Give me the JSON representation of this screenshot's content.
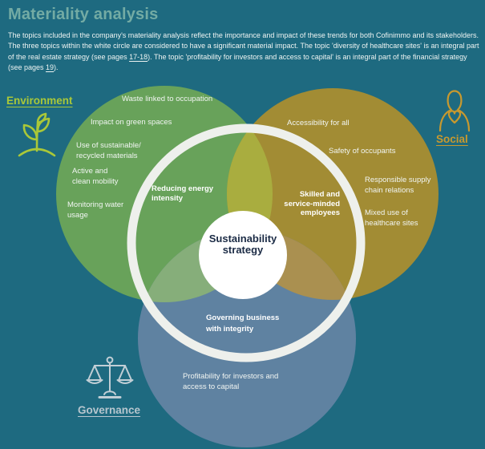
{
  "header": {
    "title": "Materiality analysis",
    "intro": {
      "part1": "The topics included in the company's materiality analysis reflect the importance and impact of these trends for both Cofinimmo and its stakeholders. The three topics within the white circle are considered to have a significant material impact. The topic 'diversity of healthcare sites' is an integral part of the real estate strategy (see pages ",
      "link1": "17-18",
      "part2": "). The topic 'profitability for investors and access to capital' is an integral part of the financial strategy (see pages ",
      "link2": "19",
      "part3": ")."
    }
  },
  "sections": {
    "environment": {
      "label": "Environment",
      "icon": "plant-sprout-icon",
      "accent": "#aac838",
      "items": [
        "Waste linked to occupation",
        "Impact on green spaces",
        "Use of sustainable/\nrecycled materials",
        "Active and\nclean mobility",
        "Monitoring water\nusage"
      ],
      "material_topic": "Reducing energy\nintensity"
    },
    "social": {
      "label": "Social",
      "icon": "person-heart-icon",
      "accent": "#c8992e",
      "items": [
        "Accessibility for all",
        "Safety of occupants",
        "Responsible supply\nchain relations",
        "Mixed use of\nhealthcare sites"
      ],
      "material_topic": "Skilled and\nservice-minded\nemployees"
    },
    "governance": {
      "label": "Governance",
      "icon": "scales-of-justice-icon",
      "accent": "#b7c6ce",
      "items": [
        "Profitability for investors and\naccess to capital"
      ],
      "material_topic": "Governing business\nwith integrity"
    }
  },
  "center": {
    "label": "Sustainability\nstrategy"
  },
  "colors": {
    "background": "#1e6a80",
    "title": "#73aba4",
    "environment_circle": "#68a25a",
    "social_circle": "#a28c34",
    "governance_circle": "#5f82a1",
    "environment_social_overlap": "#a9ad3f",
    "environment_governance_overlap": "#86ae7a",
    "social_governance_overlap": "#aa9050",
    "triple_overlap": "#8ba580",
    "ring": "#eef0ec",
    "center_circle": "#ffffff",
    "center_text": "#1b2b45"
  }
}
